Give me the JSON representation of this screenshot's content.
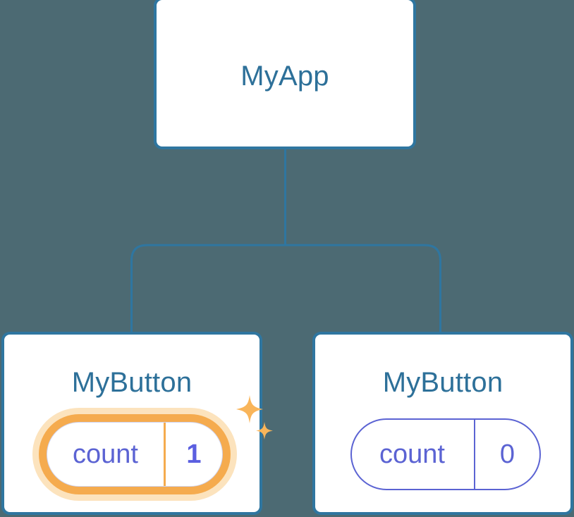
{
  "diagram": {
    "type": "component-tree",
    "background_color": "#4c6a73",
    "connector_color": "#2f76a0"
  },
  "root": {
    "title": "MyApp",
    "title_color": "#2d7099",
    "card_border_color": "#2f76a0",
    "card_background": "#ffffff"
  },
  "children": [
    {
      "title": "MyButton",
      "state": {
        "key": "count",
        "value": "1"
      },
      "highlighted": true,
      "highlight_glow_color": "#fce3bd",
      "highlight_ring_color": "#f5ab4e",
      "value_color": "#5b5fe0",
      "key_color": "#5b63d3",
      "sparkle_color": "#f9b55a",
      "sparkles": [
        {
          "name": "sparkle-large"
        },
        {
          "name": "sparkle-small"
        }
      ]
    },
    {
      "title": "MyButton",
      "state": {
        "key": "count",
        "value": "0"
      },
      "highlighted": false,
      "outline_color": "#5b63d3",
      "value_color": "#5b63d3",
      "key_color": "#5b63d3"
    }
  ]
}
